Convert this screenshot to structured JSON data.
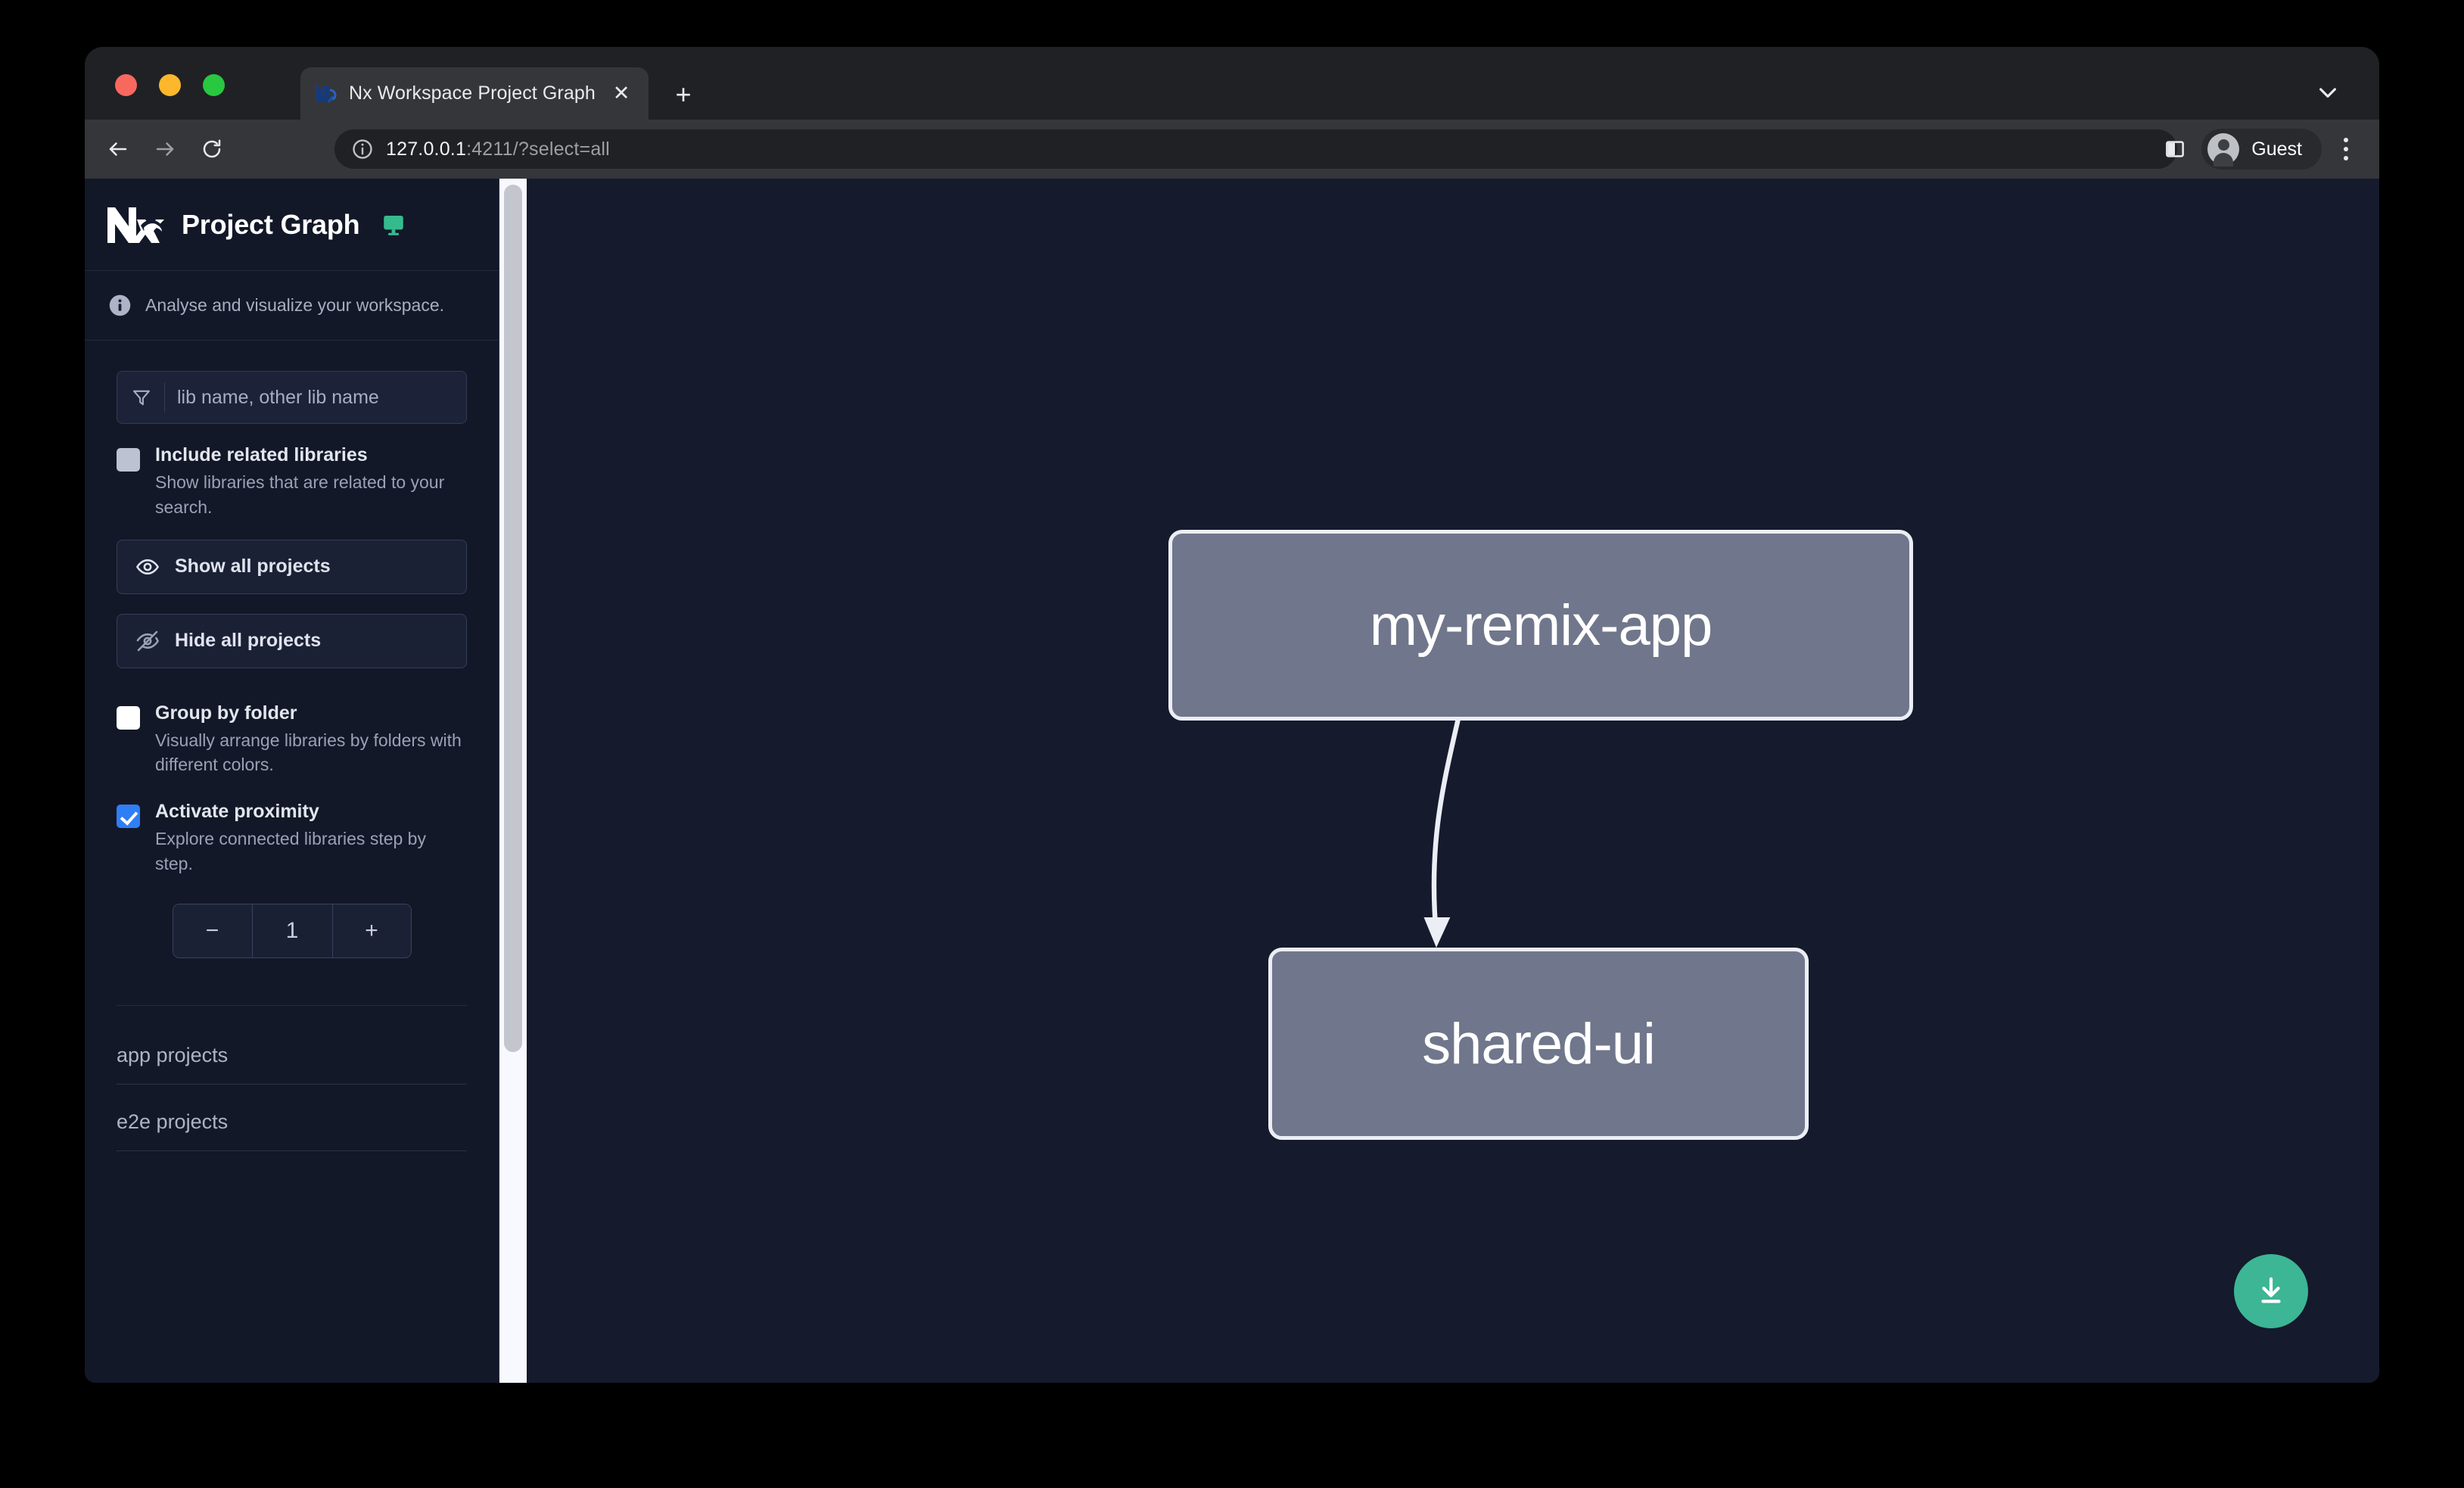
{
  "browser": {
    "tab": {
      "title": "Nx Workspace Project Graph",
      "favicon_name": "nx-favicon",
      "close_label": "✕"
    },
    "new_tab_label": "+",
    "tabstrip_chevron_name": "chevron-down-icon",
    "toolbar": {
      "back_label": "←",
      "forward_label": "→",
      "reload_label": "↻",
      "url_host": "127.0.0.1",
      "url_rest": ":4211/?select=all",
      "side_panel_name": "side-panel-icon",
      "profile_label": "Guest",
      "menu_name": "kebab-menu-icon"
    }
  },
  "sidebar": {
    "logo_name": "nx-logo",
    "title": "Project Graph",
    "monitor_icon_name": "monitor-icon",
    "note": "Analyse and visualize your workspace.",
    "search": {
      "placeholder": "lib name, other lib name",
      "value": "",
      "icon_name": "filter-icon"
    },
    "options": [
      {
        "id": "include-related-libraries",
        "label": "Include related libraries",
        "description": "Show libraries that are related to your search.",
        "checked": false,
        "state": "muted"
      },
      {
        "id": "group-by-folder",
        "label": "Group by folder",
        "description": "Visually arrange libraries by folders with different colors.",
        "checked": false,
        "state": "empty"
      },
      {
        "id": "activate-proximity",
        "label": "Activate proximity",
        "description": "Explore connected libraries step by step.",
        "checked": true,
        "state": "checked"
      }
    ],
    "buttons": [
      {
        "id": "show-all-projects",
        "label": "Show all projects",
        "icon_name": "eye-icon"
      },
      {
        "id": "hide-all-projects",
        "label": "Hide all projects",
        "icon_name": "eye-slash-icon"
      }
    ],
    "stepper": {
      "decrement_label": "−",
      "value": "1",
      "increment_label": "+"
    },
    "sections": [
      {
        "id": "app-projects",
        "label": "app projects"
      },
      {
        "id": "e2e-projects",
        "label": "e2e projects"
      }
    ]
  },
  "graph": {
    "download_button": {
      "icon_name": "download-icon",
      "color": "#3cb694"
    },
    "nodes": [
      {
        "id": "my-remix-app",
        "label": "my-remix-app"
      },
      {
        "id": "shared-ui",
        "label": "shared-ui"
      }
    ],
    "edges": [
      {
        "from": "my-remix-app",
        "to": "shared-ui"
      }
    ]
  },
  "colors": {
    "canvas_bg": "#151a2d",
    "sidebar_bg": "#131828",
    "node_fill": "#70768b",
    "node_border": "#eceef5",
    "accent_green": "#3cb694",
    "checkbox_blue": "#2f7ef5"
  }
}
